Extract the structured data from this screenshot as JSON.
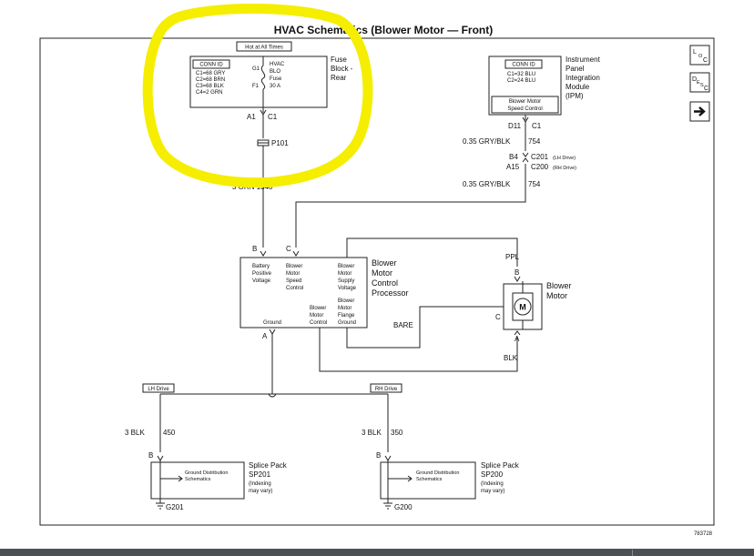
{
  "title": "HVAC Schematics (Blower Motor — Front)",
  "figure_id": "783728",
  "fuse_block": {
    "hot_label": "Hot at All Times",
    "conn_id": "CONN ID",
    "conn_lines": [
      "C1=68 GRY",
      "C2=68 BRN",
      "C3=68 BLK",
      "C4=2 GRN"
    ],
    "g1": "G1",
    "f1": "F1",
    "fuse_lines": [
      "HVAC",
      "BLO",
      "Fuse",
      "30 A"
    ],
    "name_lines": [
      "Fuse",
      "Block -",
      "Rear"
    ],
    "pin_a1": "A1",
    "pin_c1": "C1"
  },
  "p101": "P101",
  "wire_orn": "3 ORN  1340",
  "ipm": {
    "conn_id": "CONN ID",
    "conn_lines": [
      "C1=32 BLU",
      "C2=24 BLU"
    ],
    "inner_lines": [
      "Blower Motor",
      "Speed Control"
    ],
    "name_lines": [
      "Instrument",
      "Panel",
      "Integration",
      "Module",
      "(IPM)"
    ],
    "pin_d11": "D11",
    "pin_c1": "C1"
  },
  "wire_gry1": "0.35 GRY/BLK",
  "wire_754_1": "754",
  "b4": "B4",
  "c201": "C201",
  "c201_note": "(LH Drive)",
  "a15": "A15",
  "c200": "C200",
  "c200_note": "(RH Drive)",
  "wire_gry2": "0.35 GRY/BLK",
  "wire_754_2": "754",
  "processor": {
    "pin_b": "B",
    "pin_c": "C",
    "pin_a": "A",
    "col1": [
      "Battery",
      "Positive",
      "Voltage"
    ],
    "col2": [
      "Blower",
      "Motor",
      "Speed",
      "Control"
    ],
    "col3": [
      "Blower",
      "Motor",
      "Supply",
      "Voltage"
    ],
    "ground": "Ground",
    "col4": [
      "Blower",
      "Motor",
      "Control"
    ],
    "col5": [
      "Blower",
      "Motor",
      "Flange",
      "Ground"
    ],
    "name_lines": [
      "Blower",
      "Motor",
      "Control",
      "Processor"
    ]
  },
  "motor": {
    "ppl": "PPL",
    "pin_b": "B",
    "pin_c": "C",
    "pin_a": "A",
    "m": "M",
    "name_lines": [
      "Blower",
      "Motor"
    ],
    "blk": "BLK",
    "bare": "BARE"
  },
  "lh_drive": "LH Drive",
  "rh_drive": "RH Drive",
  "wire_blk450": "3 BLK",
  "num_450": "450",
  "wire_blk350": "3 BLK",
  "num_350": "350",
  "splice_left": {
    "pin_b": "B",
    "ground_lines": [
      "Ground Distribution",
      "Schematics"
    ],
    "name_lines": [
      "Splice Pack",
      "SP201",
      "(Indexing",
      "may vary)"
    ],
    "g": "G201"
  },
  "splice_right": {
    "pin_b": "B",
    "ground_lines": [
      "Ground Distribution",
      "Schematics"
    ],
    "name_lines": [
      "Splice Pack",
      "SP200",
      "(Indexing",
      "may vary)"
    ],
    "g": "G200"
  },
  "nav": {
    "loc": [
      "L",
      "O",
      "C"
    ],
    "desc": [
      "D",
      "E",
      "S",
      "C"
    ],
    "next_icon": "arrow-right-icon"
  },
  "colors": {
    "highlight": "#f5ee00",
    "bottom_bar": "#4d4f56"
  }
}
